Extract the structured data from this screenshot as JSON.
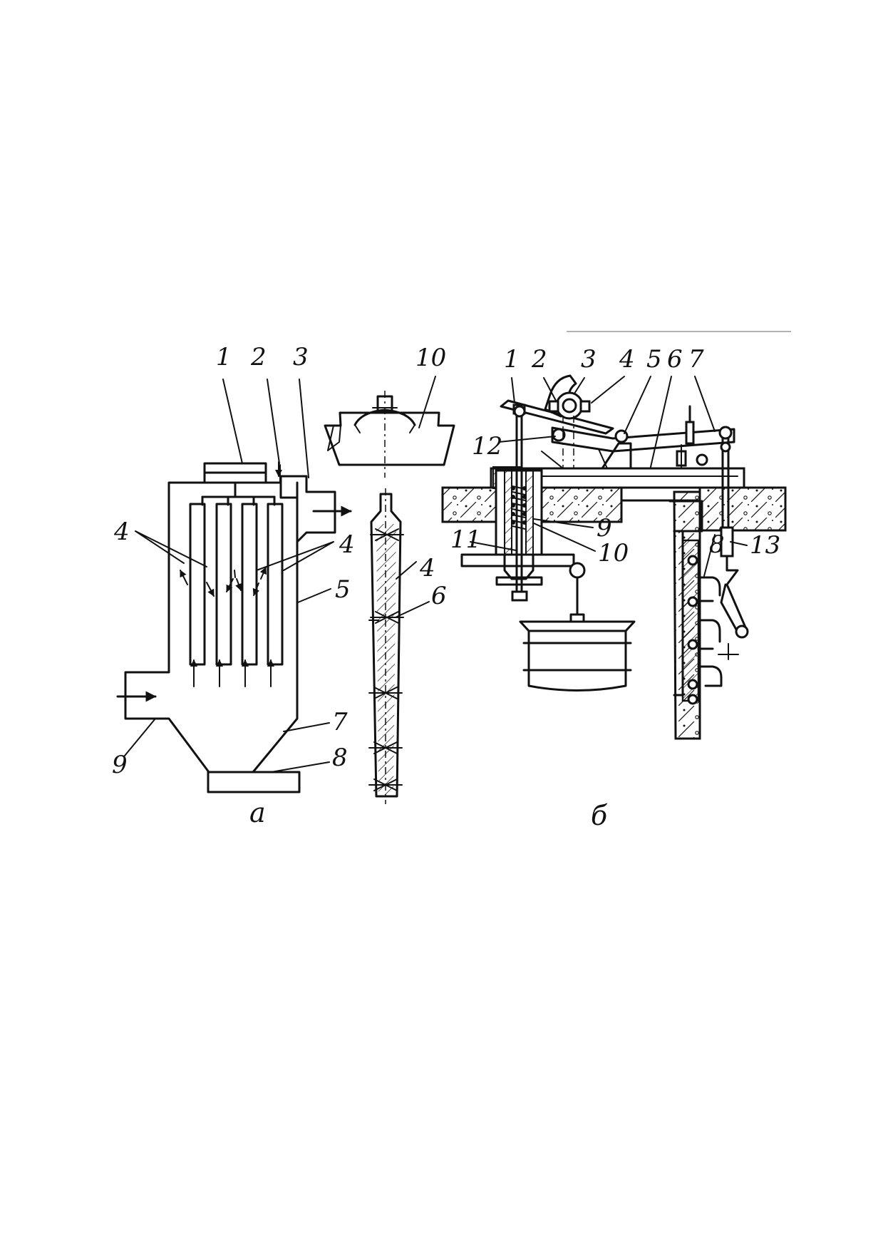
{
  "figure": {
    "captions": {
      "a": "а",
      "b": "б"
    },
    "diagram_a": {
      "labels": [
        "1",
        "2",
        "3",
        "4",
        "4",
        "5",
        "7",
        "8",
        "9"
      ]
    },
    "electrode": {
      "labels": [
        "10",
        "4",
        "6"
      ]
    },
    "diagram_b": {
      "labels": [
        "1",
        "2",
        "3",
        "4",
        "5",
        "6",
        "7",
        "12",
        "9",
        "10",
        "11",
        "13",
        "8"
      ]
    }
  }
}
